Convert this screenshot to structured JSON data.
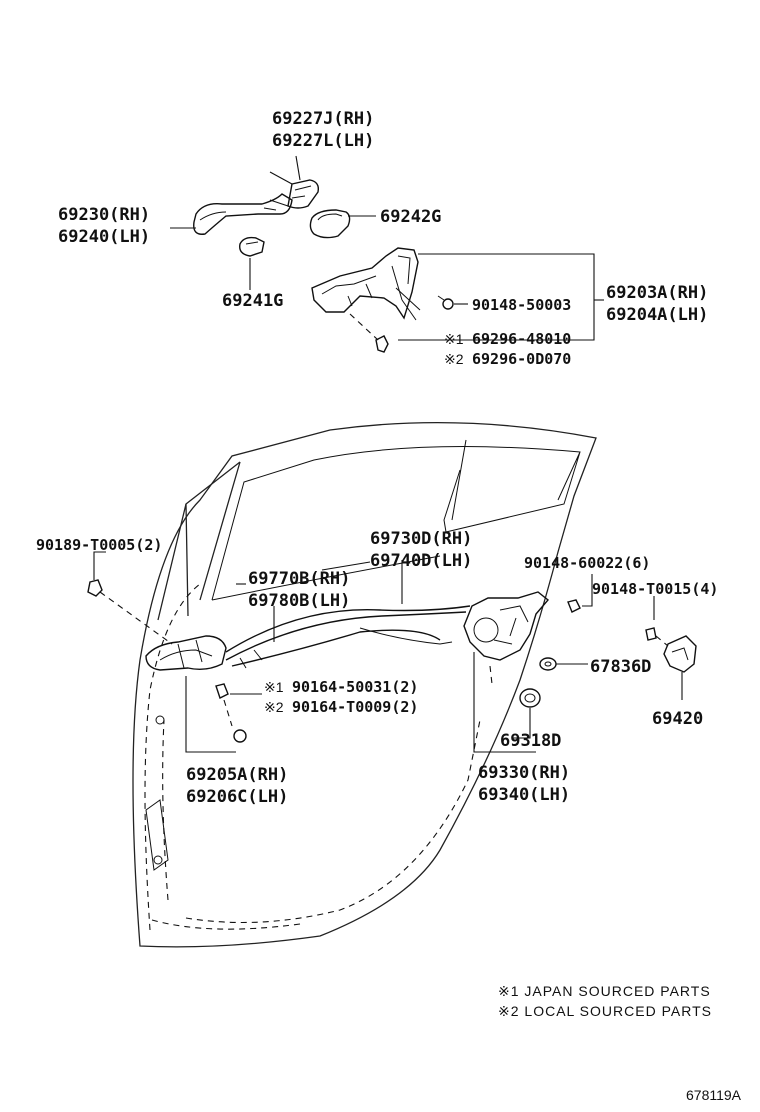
{
  "labels": {
    "p69227J": "69227J(RH)",
    "p69227L": "69227L(LH)",
    "p69230": "69230(RH)",
    "p69240": "69240(LH)",
    "p69242G": "69242G",
    "p69241G": "69241G",
    "p90148_50003": "90148-50003",
    "p69203A": "69203A(RH)",
    "p69204A": "69204A(LH)",
    "p69296_48010": "69296-48010",
    "p69296_0D070": "69296-0D070",
    "p90189": "90189-T0005(2)",
    "p69730D": "69730D(RH)",
    "p69740D": "69740D(LH)",
    "p69770B": "69770B(RH)",
    "p69780B": "69780B(LH)",
    "p90148_60022": "90148-60022(6)",
    "p90148_T0015": "90148-T0015(4)",
    "p90164_50031": "90164-50031(2)",
    "p90164_T0009": "90164-T0009(2)",
    "p67836D": "67836D",
    "p69420": "69420",
    "p69318D": "69318D",
    "p69205A": "69205A(RH)",
    "p69206C": "69206C(LH)",
    "p69330": "69330(RH)",
    "p69340": "69340(LH)"
  },
  "markers": {
    "m1": "※1",
    "m2": "※2"
  },
  "notes": {
    "note1": "※1 JAPAN SOURCED PARTS",
    "note2": "※2 LOCAL SOURCED PARTS"
  },
  "diagram_code": "678119A"
}
